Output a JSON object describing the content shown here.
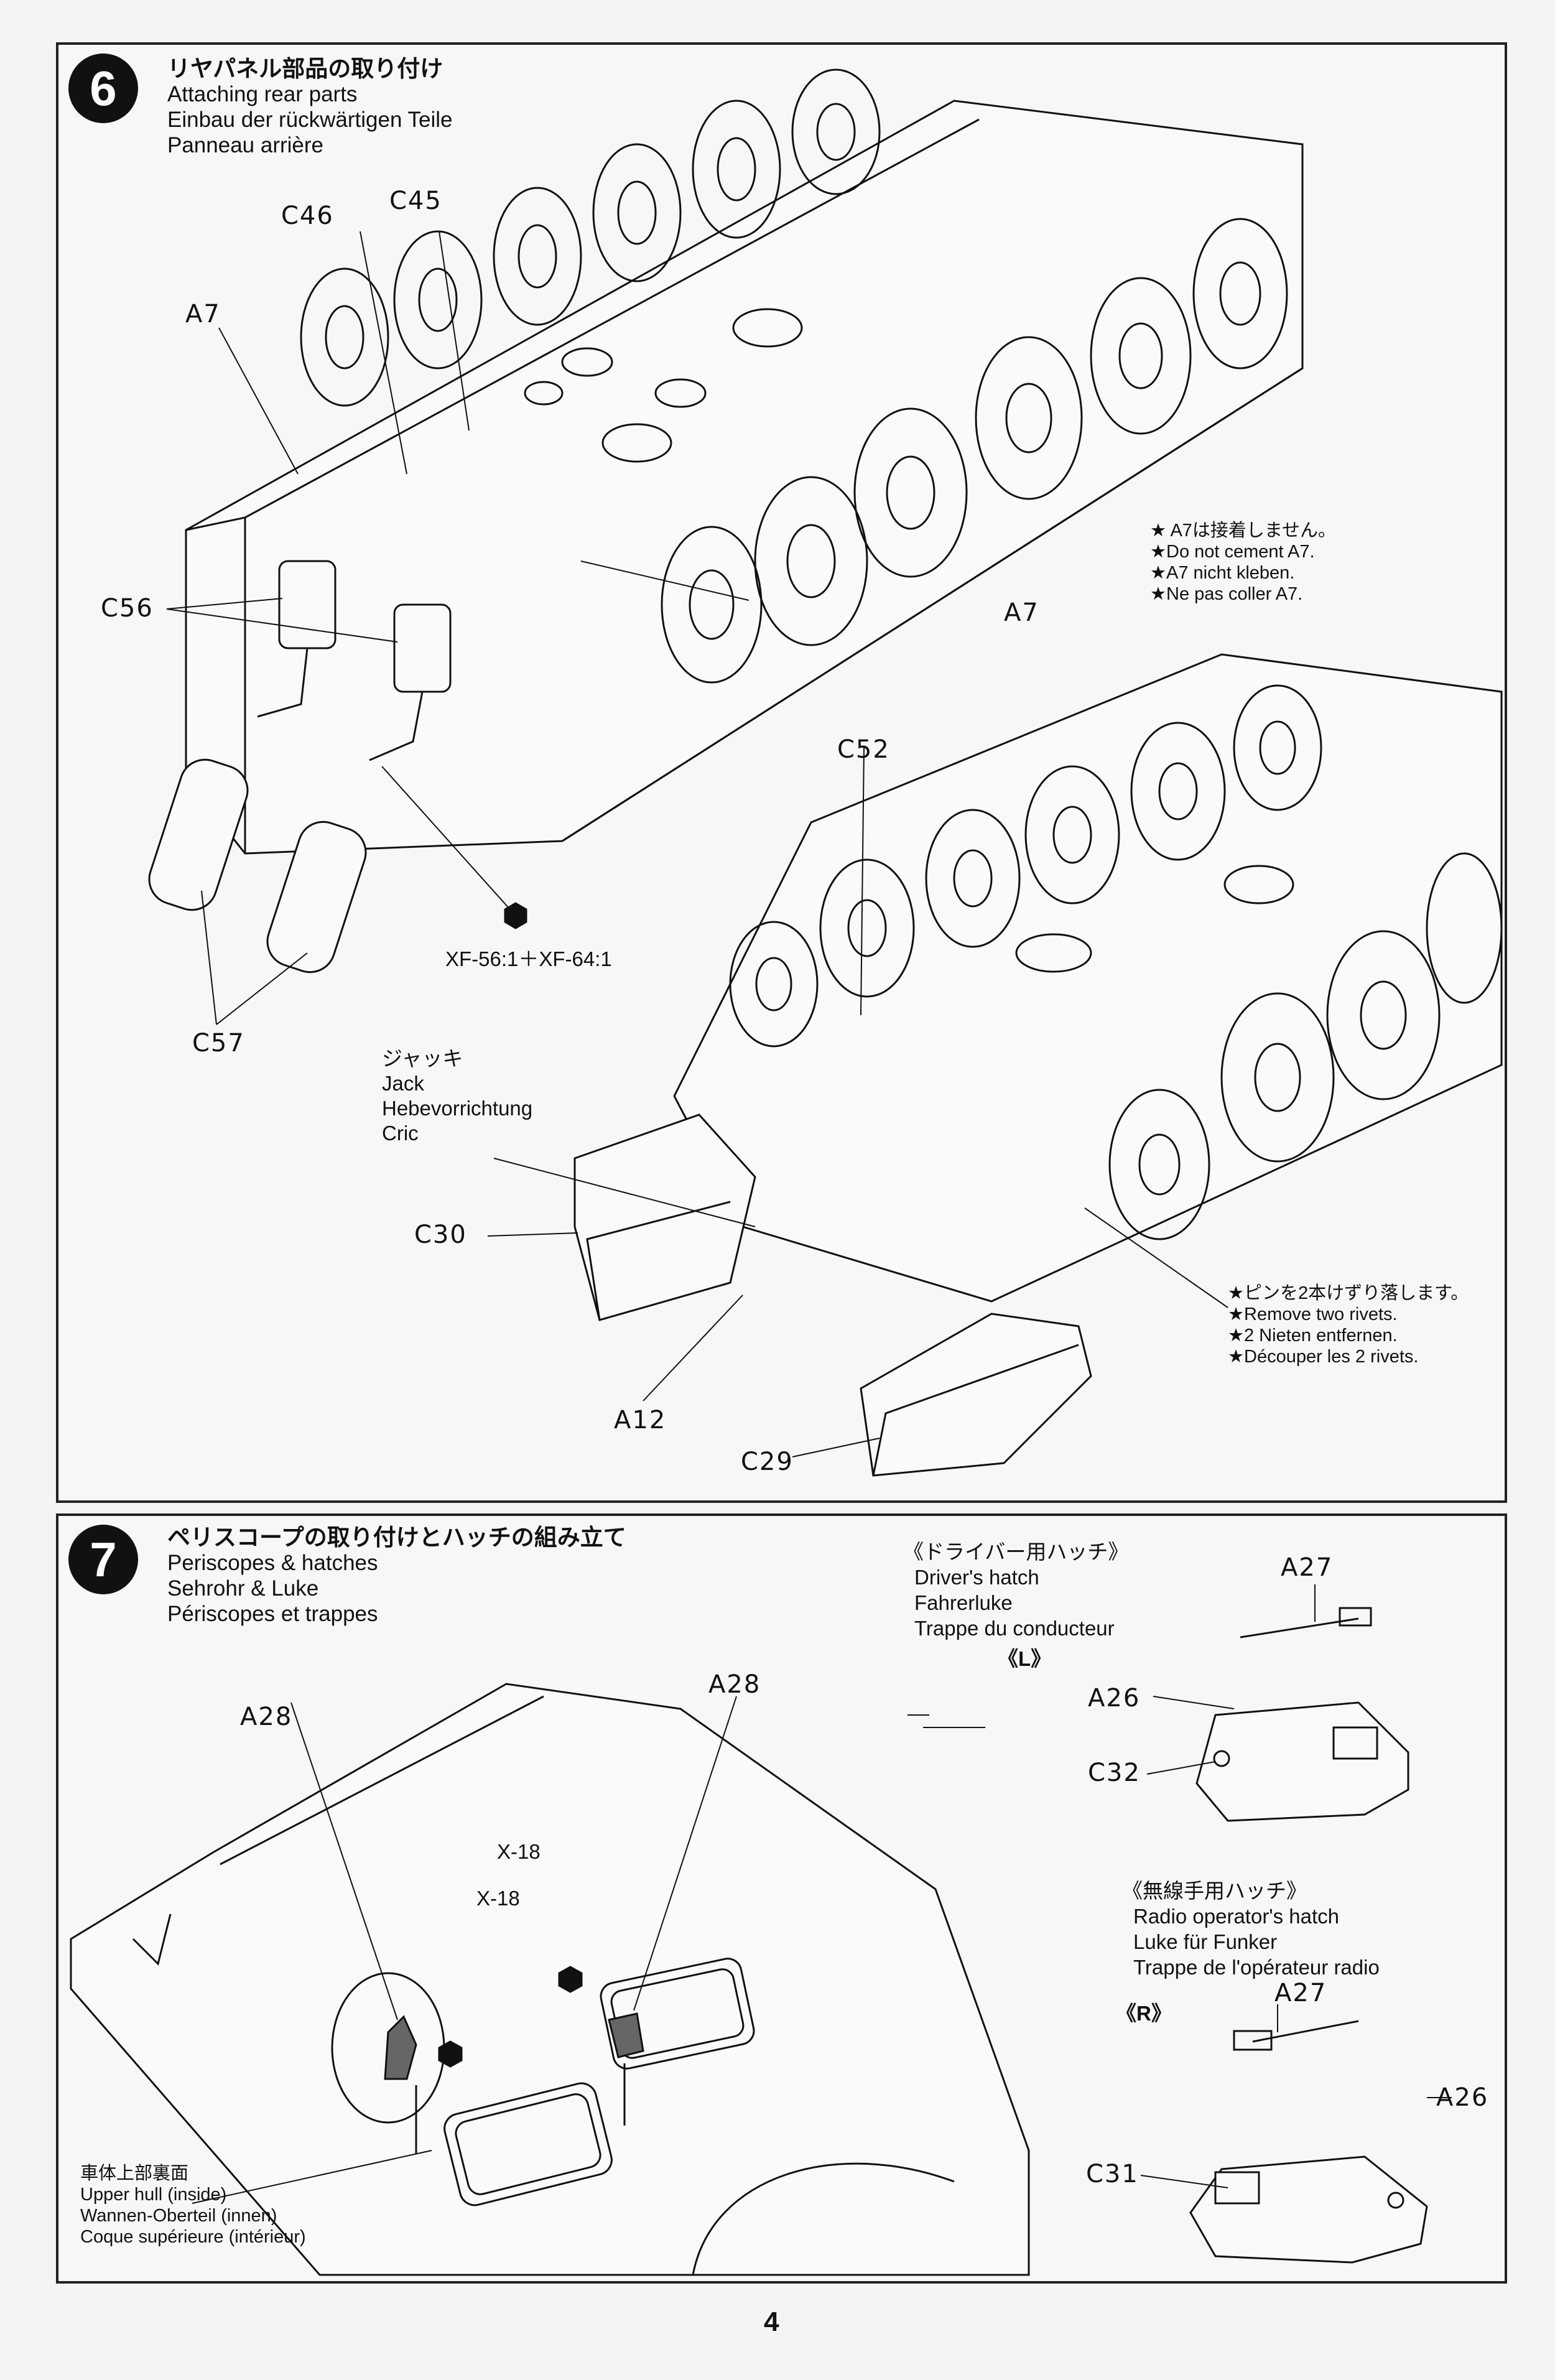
{
  "step6": {
    "number": "6",
    "title_jp": "リヤパネル部品の取り付け",
    "title_en": "Attaching rear parts",
    "title_de": "Einbau der rückwärtigen Teile",
    "title_fr": "Panneau arrière",
    "labels": {
      "c46": "C46",
      "c45": "C45",
      "a7_left": "A7",
      "a7_right": "A7",
      "c56": "C56",
      "c57": "C57",
      "c52": "C52",
      "c30": "C30",
      "a12": "A12",
      "c29": "C29"
    },
    "paint": "XF-56:1＋XF-64:1",
    "jack": {
      "jp": "ジャッキ",
      "en": "Jack",
      "de": "Hebevorrichtung",
      "fr": "Cric"
    },
    "note_a7": {
      "jp": "★ A7は接着しません。",
      "en": "★Do not cement A7.",
      "de": "★A7 nicht kleben.",
      "fr": "★Ne pas coller A7."
    },
    "note_rivets": {
      "jp": "★ピンを2本けずり落します。",
      "en": "★Remove two rivets.",
      "de": "★2 Nieten entfernen.",
      "fr": "★Découper les 2 rivets."
    }
  },
  "step7": {
    "number": "7",
    "title_jp": "ペリスコープの取り付けとハッチの組み立て",
    "title_en": "Periscopes & hatches",
    "title_de": "Sehrohr & Luke",
    "title_fr": "Périscopes et trappes",
    "labels": {
      "a28_left": "A28",
      "a28_right": "A28",
      "x18_a": "X-18",
      "x18_b": "X-18",
      "a27_top": "A27",
      "a26_top": "A26",
      "c32": "C32",
      "a27_bottom": "A27",
      "a26_bottom": "A26",
      "c31": "C31"
    },
    "driver_hatch": {
      "jp": "《ドライバー用ハッチ》",
      "en": "Driver's hatch",
      "de": "Fahrerluke",
      "fr": "Trappe du conducteur",
      "side": "《L》"
    },
    "radio_hatch": {
      "jp": "《無線手用ハッチ》",
      "en": "Radio operator's hatch",
      "de": "Luke für Funker",
      "fr": "Trappe de l'opérateur radio",
      "side": "《R》"
    },
    "upper_hull": {
      "jp": "車体上部裏面",
      "en": "Upper hull (inside)",
      "de": "Wannen-Oberteil (innen)",
      "fr": "Coque supérieure (intérieur)"
    }
  },
  "page_number": "4"
}
